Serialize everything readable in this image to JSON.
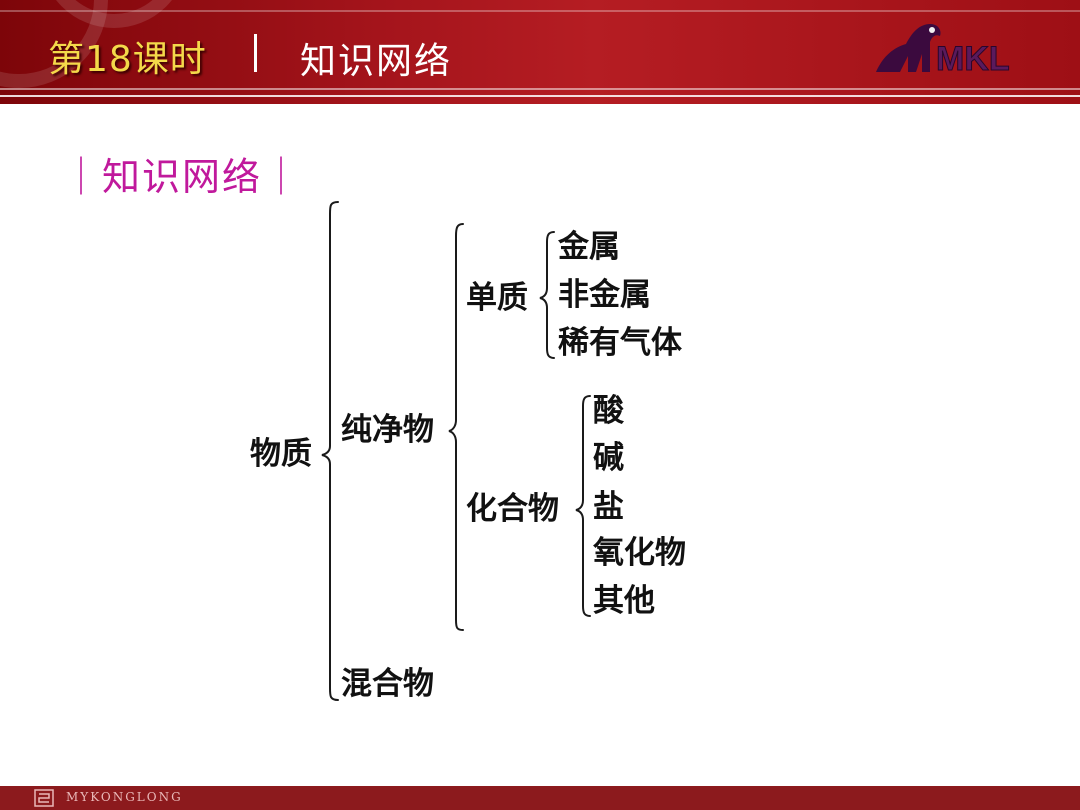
{
  "header": {
    "lesson": "第18课时",
    "title": "知识网络",
    "logo_text": "MKL"
  },
  "section": {
    "heading": "｜知识网络｜"
  },
  "diagram": {
    "root": "物质",
    "pure": "纯净物",
    "mixture": "混合物",
    "element": "单质",
    "element_items": [
      "金属",
      "非金属",
      "稀有气体"
    ],
    "compound": "化合物",
    "compound_items": [
      "酸",
      "碱",
      "盐",
      "氧化物",
      "其他"
    ]
  },
  "footer": {
    "brand": "MYKONGLONG"
  },
  "colors": {
    "header_red": "#a4141b",
    "lesson_yellow": "#f4d94a",
    "section_magenta": "#c0199c",
    "footer_red": "#8c1a1d"
  }
}
